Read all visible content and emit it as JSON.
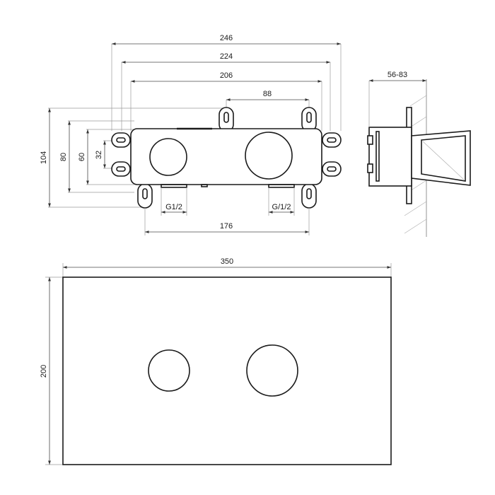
{
  "dimensions": {
    "d246": "246",
    "d224": "224",
    "d206": "206",
    "d88": "88",
    "d104": "104",
    "d80": "80",
    "d60": "60",
    "d32": "32",
    "d176": "176",
    "side_depth": "56-83",
    "plate_width": "350",
    "plate_height": "200"
  },
  "labels": {
    "thread_left": "G1/2",
    "thread_right": "G/1/2"
  }
}
